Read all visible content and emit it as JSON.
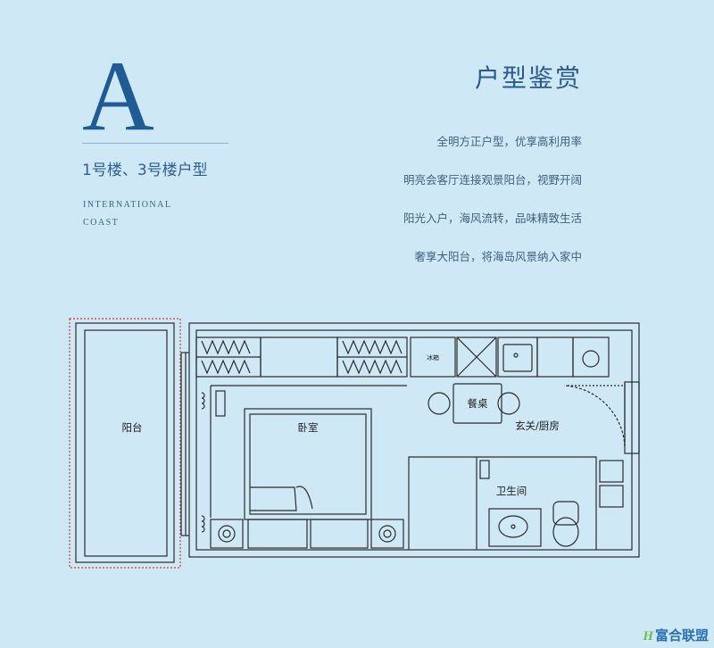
{
  "header": {
    "letter": "A",
    "building_types": "1号楼、3号楼户型",
    "brand_line1": "INTERNATIONAL",
    "brand_line2": "COAST"
  },
  "info": {
    "heading": "户型鉴赏",
    "features": [
      "全明方正户型，优享高利用率",
      "明亮会客厅连接观景阳台，视野开阔",
      "阳光入户，海风流转，品味精致生活",
      "奢享大阳台，将海岛风景纳入家中"
    ]
  },
  "floorplan": {
    "rooms": {
      "balcony": "阳台",
      "bedroom": "卧室",
      "dining": "餐桌",
      "entry_kitchen": "玄关/厨房",
      "bathroom": "卫生间",
      "fridge": "冰箱"
    }
  },
  "watermark": {
    "mark": "H",
    "text": "富合联盟"
  },
  "colors": {
    "background": "#cfe8f6",
    "accent": "#1f5b95",
    "balcony_outline": "#d23a2a"
  }
}
